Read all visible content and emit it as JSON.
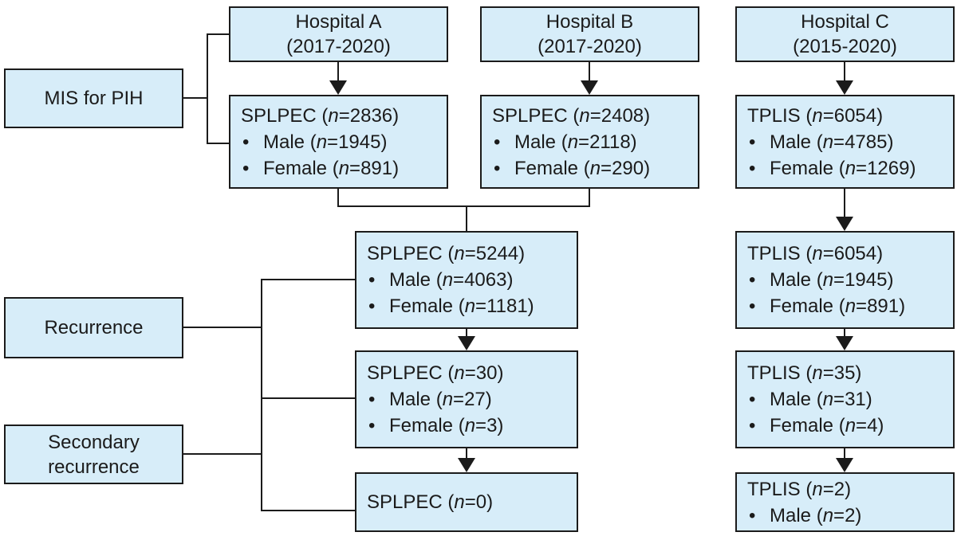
{
  "palette": {
    "bg": "#ffffff",
    "box_fill": "#d7edf9",
    "box_border": "#1b1b1b",
    "line_color": "#1b1b1b"
  },
  "boxes": {
    "hospital_a": {
      "lines": [
        "Hospital A",
        "(2017-2020)"
      ]
    },
    "hospital_b": {
      "lines": [
        "Hospital B",
        "(2017-2020)"
      ]
    },
    "hospital_c": {
      "lines": [
        "Hospital C",
        "(2015-2020)"
      ]
    },
    "mis_for_pih": {
      "lines": [
        "MIS for PIH"
      ]
    },
    "recurrence": {
      "lines": [
        "Recurrence"
      ]
    },
    "secondary_recurrence": {
      "lines": [
        "Secondary",
        "recurrence"
      ]
    },
    "splpec_hospital_a": {
      "lines": [
        "SPLPEC (*n*=2836)",
        "• Male (*n*=1945)",
        "• Female (*n*=891)"
      ]
    },
    "splpec_hospital_b": {
      "lines": [
        "SPLPEC (*n*=2408)",
        "• Male (*n*=2118)",
        "• Female (*n*=290)"
      ]
    },
    "tplis_initial": {
      "lines": [
        "TPLIS (*n*=6054)",
        "• Male (*n*=4785)",
        "• Female (*n*=1269)"
      ]
    },
    "splpec_combined": {
      "lines": [
        "SPLPEC (*n*=5244)",
        "• Male (*n*=4063)",
        "• Female (*n*=1181)"
      ]
    },
    "tplis_followup": {
      "lines": [
        "TPLIS (*n*=6054)",
        "• Male (*n*=1945)",
        "• Female (*n*=891)"
      ]
    },
    "splpec_recurrence": {
      "lines": [
        "SPLPEC (*n*=30)",
        "• Male (*n*=27)",
        "• Female (*n*=3)"
      ]
    },
    "tplis_recurrence": {
      "lines": [
        "TPLIS (*n*=35)",
        "• Male (*n*=31)",
        "• Female (*n*=4)"
      ]
    },
    "splpec_secondary": {
      "lines": [
        "SPLPEC (*n*=0)"
      ]
    },
    "tplis_secondary": {
      "lines": [
        "TPLIS (*n*=2)",
        "• Male (*n*=2)"
      ]
    }
  }
}
